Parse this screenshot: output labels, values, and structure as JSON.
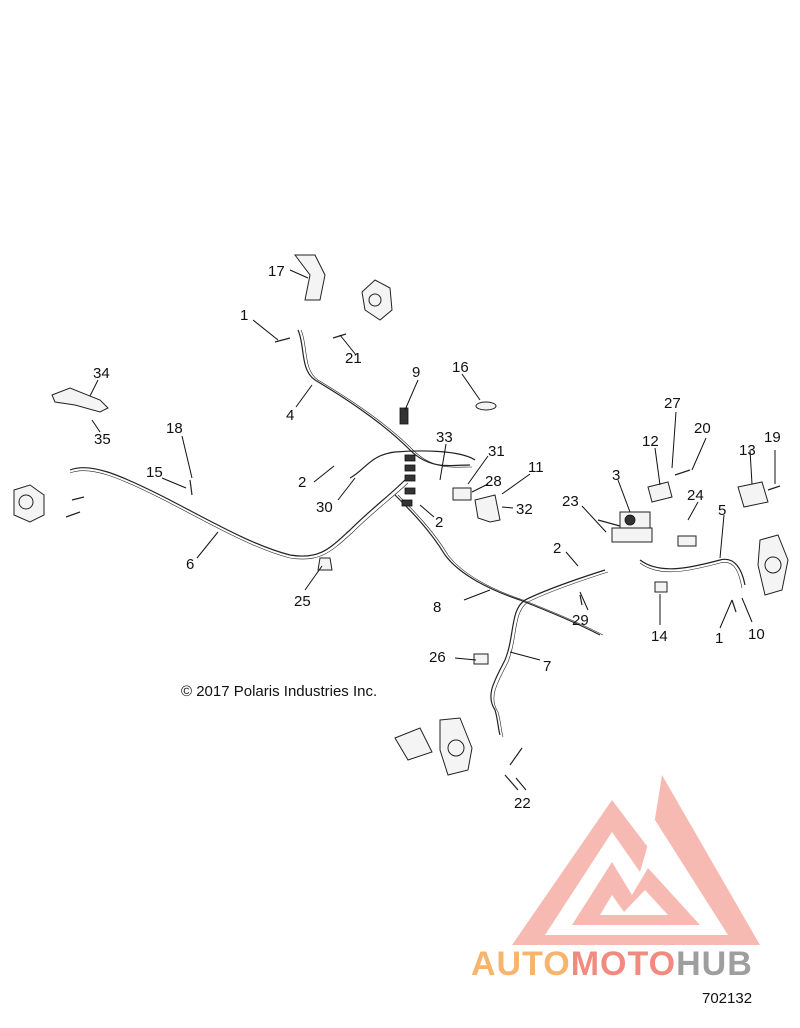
{
  "callouts": [
    {
      "id": "c1a",
      "text": "1"
    },
    {
      "id": "c1b",
      "text": "1"
    },
    {
      "id": "c2a",
      "text": "2"
    },
    {
      "id": "c2b",
      "text": "2"
    },
    {
      "id": "c2c",
      "text": "2"
    },
    {
      "id": "c3",
      "text": "3"
    },
    {
      "id": "c4",
      "text": "4"
    },
    {
      "id": "c5",
      "text": "5"
    },
    {
      "id": "c6",
      "text": "6"
    },
    {
      "id": "c7",
      "text": "7"
    },
    {
      "id": "c8",
      "text": "8"
    },
    {
      "id": "c9",
      "text": "9"
    },
    {
      "id": "c10",
      "text": "10"
    },
    {
      "id": "c11",
      "text": "11"
    },
    {
      "id": "c12",
      "text": "12"
    },
    {
      "id": "c13",
      "text": "13"
    },
    {
      "id": "c14",
      "text": "14"
    },
    {
      "id": "c15",
      "text": "15"
    },
    {
      "id": "c16",
      "text": "16"
    },
    {
      "id": "c17",
      "text": "17"
    },
    {
      "id": "c18",
      "text": "18"
    },
    {
      "id": "c19",
      "text": "19"
    },
    {
      "id": "c20",
      "text": "20"
    },
    {
      "id": "c21",
      "text": "21"
    },
    {
      "id": "c22",
      "text": "22"
    },
    {
      "id": "c23",
      "text": "23"
    },
    {
      "id": "c24",
      "text": "24"
    },
    {
      "id": "c25",
      "text": "25"
    },
    {
      "id": "c26",
      "text": "26"
    },
    {
      "id": "c27",
      "text": "27"
    },
    {
      "id": "c28",
      "text": "28"
    },
    {
      "id": "c29",
      "text": "29"
    },
    {
      "id": "c30",
      "text": "30"
    },
    {
      "id": "c31",
      "text": "31"
    },
    {
      "id": "c32",
      "text": "32"
    },
    {
      "id": "c33",
      "text": "33"
    },
    {
      "id": "c34",
      "text": "34"
    },
    {
      "id": "c35",
      "text": "35"
    }
  ],
  "copyright": "© 2017 Polaris Industries Inc.",
  "drawing_number": "702132",
  "watermark": {
    "part1": "AUTO",
    "part2": "MOTO",
    "part3": "HUB",
    "colors": {
      "auto": "#f7b46e",
      "moto": "#f28a80",
      "hub": "#9e9e9e",
      "triangle": "#f28a80"
    }
  }
}
